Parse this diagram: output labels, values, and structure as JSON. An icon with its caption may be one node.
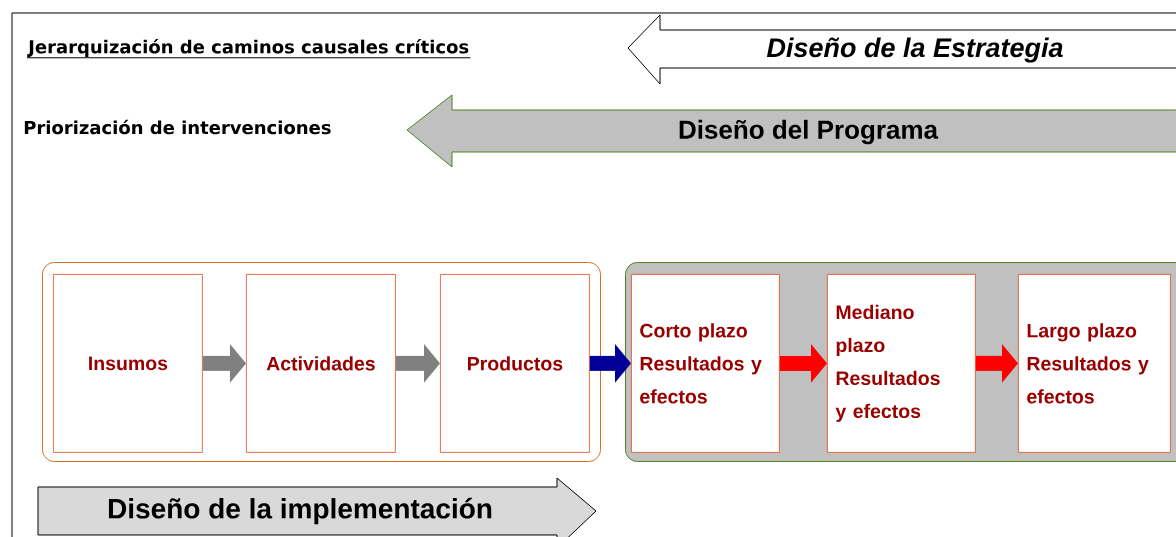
{
  "diagram": {
    "nodes": [
      {
        "text": [
          "Diseño de la Estrategia"
        ]
      },
      {
        "text": [
          "Diseño del Programa"
        ]
      },
      {
        "text": [],
        "shape": "box"
      },
      {
        "text": [
          "Insumos"
        ],
        "in": 2
      },
      {
        "text": [
          "Actividades"
        ],
        "in": 2
      },
      {
        "text": [
          "Productos"
        ],
        "in": 2
      },
      {
        "text": [],
        "shape": "box"
      },
      {
        "text": [
          "Corto plazo Resultados y efectos"
        ],
        "in": 6
      },
      {
        "text": [
          "Mediano plazo Resultados y efectos"
        ],
        "in": 6
      },
      {
        "text": [
          "Largo plazo Resultados y efectos"
        ],
        "in": 6
      },
      {
        "text": [
          "Diseño de la implementación"
        ]
      }
    ],
    "edges": [
      {
        "from": 3,
        "to": 4,
        "arrow": "to",
        "color": "#808080"
      },
      {
        "from": 4,
        "to": 5,
        "arrow": "to",
        "color": "#808080"
      },
      {
        "from": 5,
        "to": 7,
        "arrow": "to",
        "color": "#000099"
      },
      {
        "from": 7,
        "to": 8,
        "arrow": "to",
        "color": "#ff0000"
      },
      {
        "from": 8,
        "to": 9,
        "arrow": "to",
        "color": "#ff0000"
      }
    ],
    "labels": [
      "Jerarquización de caminos causales críticos",
      "Priorización de intervenciones"
    ]
  }
}
